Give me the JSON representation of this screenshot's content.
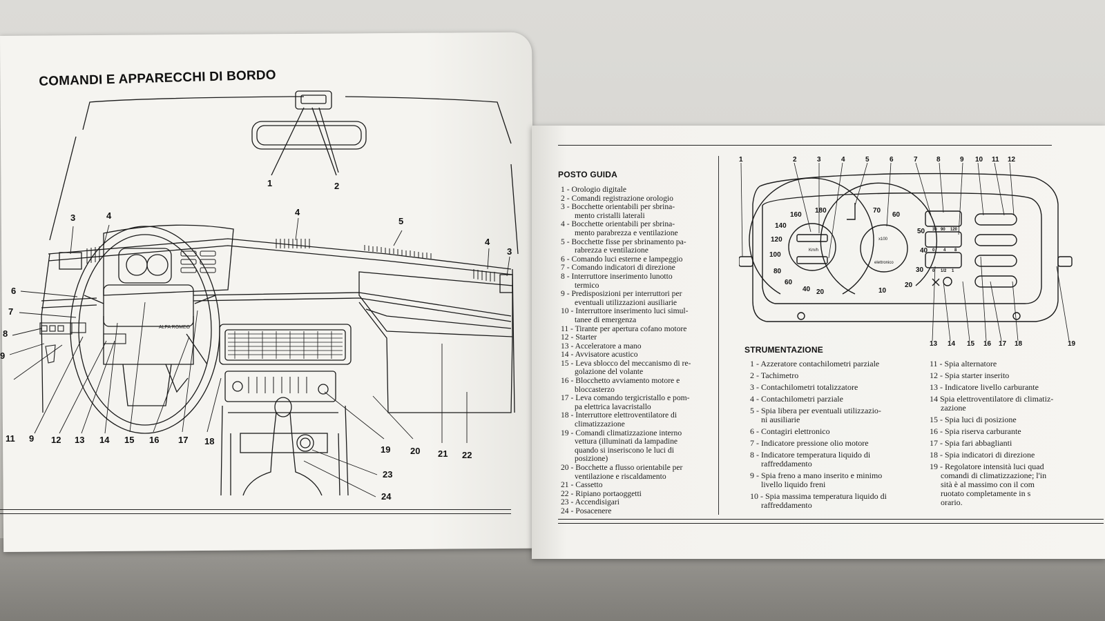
{
  "left_page": {
    "title": "COMANDI E APPARECCHI DI BORDO",
    "callouts": [
      "1",
      "2",
      "3",
      "4",
      "4",
      "5",
      "4",
      "3",
      "6",
      "7",
      "8",
      "9",
      "11",
      "9",
      "12",
      "13",
      "14",
      "15",
      "16",
      "17",
      "18",
      "19",
      "20",
      "21",
      "22",
      "23",
      "24"
    ],
    "wheel_brand": "ALFA ROMEO"
  },
  "right_page": {
    "posto_guida": {
      "heading": "POSTO GUIDA",
      "items": [
        "1 - Orologio digitale",
        "2 - Comandi registrazione orologio",
        "3 - Bocchette orientabili per sbrina-",
        "mento cristalli laterali",
        "4 - Bocchette orientabili per sbrina-",
        "mento parabrezza e ventilazione",
        "5 - Bocchette fisse per sbrinamento pa-",
        "rabrezza e ventilazione",
        "6 - Comando luci esterne e lampeggio",
        "7 - Comando indicatori di direzione",
        "8 - Interruttore inserimento lunotto",
        "termico",
        "9 - Predisposizioni per interruttori per",
        "eventuali utilizzazioni ausiliarie",
        "10 - Interruttore inserimento luci simul-",
        "tanee di emergenza",
        "11 - Tirante per apertura cofano motore",
        "12 - Starter",
        "13 - Acceleratore a mano",
        "14 - Avvisatore acustico",
        "15 - Leva sblocco del meccanismo di re-",
        "golazione del volante",
        "16 - Blocchetto avviamento motore e",
        "bloccasterzo",
        "17 - Leva comando tergicristallo e pom-",
        "pa elettrica lavacristallo",
        "18 - Interruttore elettroventilatore di",
        "climatizzazione",
        "19 - Comandi climatizzazione interno",
        "vettura (illuminati da lampadine",
        "quando si inseriscono le luci di",
        "posizione)",
        "20 - Bocchette a flusso orientabile per",
        "ventilazione e riscaldamento",
        "21 - Cassetto",
        "22 - Ripiano portaoggetti",
        "23 - Accendisigari",
        "24 - Posacenere"
      ]
    },
    "cluster": {
      "top_callouts": [
        "1",
        "2",
        "3",
        "4",
        "5",
        "6",
        "7",
        "8",
        "9",
        "10",
        "11",
        "12"
      ],
      "bottom_callouts": [
        "13",
        "14",
        "15",
        "16",
        "17",
        "18",
        "19"
      ],
      "speedo_ticks": [
        "20",
        "40",
        "60",
        "80",
        "100",
        "120",
        "140",
        "160",
        "180"
      ],
      "speedo_unit": "Km/h",
      "tacho_ticks": [
        "10",
        "20",
        "30",
        "40",
        "50",
        "60",
        "70"
      ],
      "tacho_unit": "x100",
      "tacho_brand": "elettronico",
      "oil_ticks": [
        "30",
        "90",
        "120"
      ],
      "temp_ticks": [
        "0",
        "4",
        "8"
      ],
      "fuel_ticks": [
        "0",
        "1/2",
        "1"
      ]
    },
    "strumentazione": {
      "heading": "STRUMENTAZIONE",
      "col1": [
        "1 - Azzeratore contachilometri parziale",
        "2 - Tachimetro",
        "3 - Contachilometri totalizzatore",
        "4 - Contachilometri parziale",
        "5 - Spia libera per eventuali utilizzazio-\nni ausiliarie",
        "6 - Contagiri elettronico",
        "7 - Indicatore pressione olio motore",
        "8 - Indicatore temperatura liquido di\nraffreddamento",
        "9 - Spia freno a mano inserito e minimo\nlivello liquido freni",
        "10 - Spia massima temperatura liquido di\nraffreddamento"
      ],
      "col2": [
        "11 - Spia alternatore",
        "12 - Spia starter inserito",
        "13 - Indicatore livello carburante",
        "14 Spia elettroventilatore di climatiz-\nzazione",
        "15 - Spia luci di posizione",
        "16 - Spia riserva carburante",
        "17 - Spia fari abbaglianti",
        "18 - Spia indicatori di direzione",
        "19 - Regolatore intensità luci quad\ncomandi di climatizzazione; l'in\nsità è al massimo con il com\nruotato completamente in s\norario."
      ]
    }
  }
}
